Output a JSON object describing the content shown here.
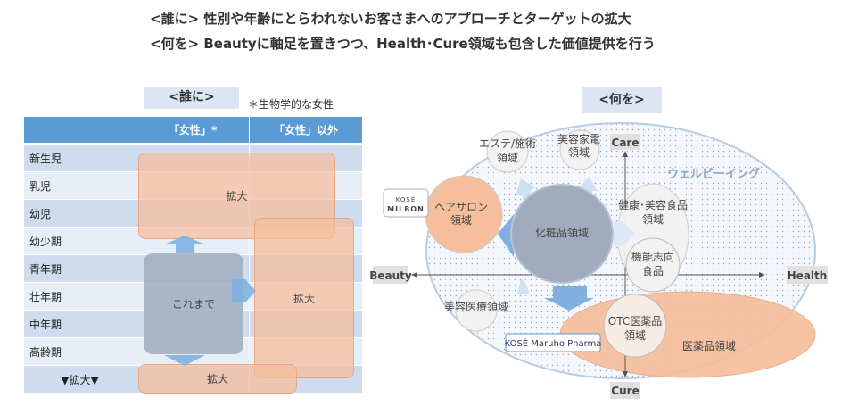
{
  "headlines": [
    "<誰に> 性別や年齢にとらわれないお客さまへのアプローチとターゲットの拡大",
    "<何を> Beautyに軸足を置きつつ、Health･Cure領域も包含した価値提供を行う"
  ],
  "left": {
    "title": "<誰に>",
    "note": "＊生物学的な女性",
    "columns": [
      "「女性」*",
      "「女性」以外"
    ],
    "rows": [
      "新生児",
      "乳児",
      "幼児",
      "幼少期",
      "青年期",
      "壮年期",
      "中年期",
      "高齢期",
      "▼拡大▼"
    ],
    "box_top": "拡大",
    "box_right": "拡大",
    "box_current": "これまで",
    "box_bottom": "拡大"
  },
  "right": {
    "title": "<何を>",
    "axes": {
      "top": "Care",
      "bottom": "Cure",
      "left": "Beauty",
      "right": "Health"
    },
    "wellbeing": "ウェルビーイング",
    "cosmetics": "化粧品領域",
    "hair_salon": [
      "ヘアサロン",
      "領域"
    ],
    "este": [
      "エステ/施術",
      "領域"
    ],
    "beauty_appliance": [
      "美容家電",
      "領域"
    ],
    "health_food": [
      "健康･美容食品",
      "領域"
    ],
    "functional_food": [
      "機能志向",
      "食品"
    ],
    "aesthetic_medicine": "美容医療領域",
    "otc": [
      "OTC医薬品",
      "領域"
    ],
    "pharma": "医薬品領域",
    "logo_milbon": [
      "KOSÉ",
      "MILBON"
    ],
    "logo_maruho": "KOSÉ Maruho Pharma"
  },
  "colors": {
    "header_blue": "#5b9bd5",
    "orange": "#f6be9b",
    "gray": "#a0acbe",
    "arrow": "#7fb0e0"
  }
}
